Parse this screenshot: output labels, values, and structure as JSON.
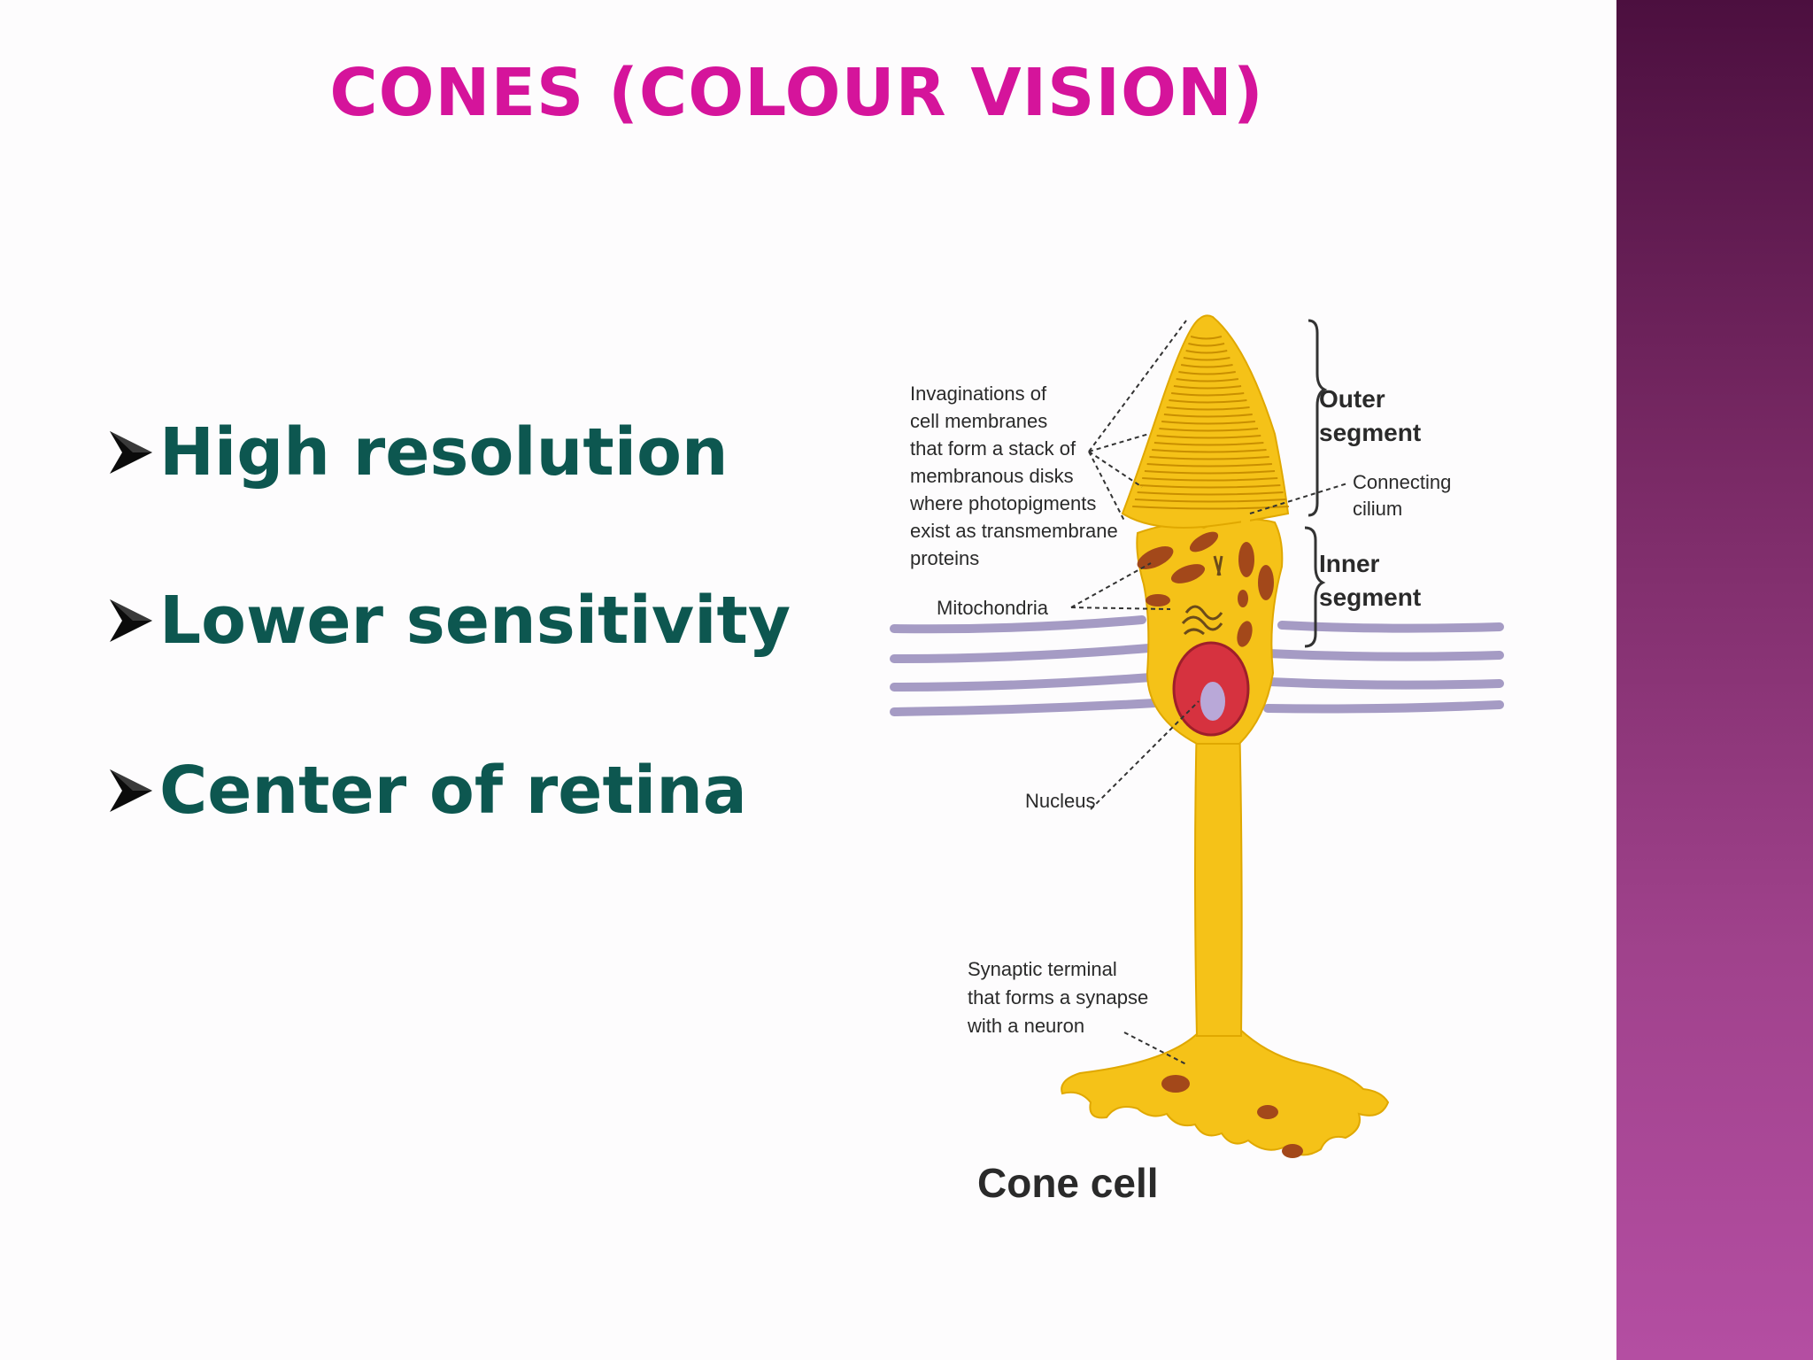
{
  "title": "CONES (COLOUR VISION)",
  "bullets": [
    {
      "text": "High resolution"
    },
    {
      "text": "Lower sensitivity"
    },
    {
      "text": "Center of retina"
    }
  ],
  "diagram": {
    "invaginations_lines": [
      "Invaginations of",
      "cell membranes",
      "that form a stack of",
      "membranous disks",
      "where photopigments",
      "exist as transmembrane",
      "proteins"
    ],
    "outer_segment": [
      "Outer",
      "segment"
    ],
    "connecting_cilium": [
      "Connecting",
      "cilium"
    ],
    "inner_segment": [
      "Inner",
      "segment"
    ],
    "mitochondria": "Mitochondria",
    "nucleus": "Nucleus",
    "synaptic_lines": [
      "Synaptic terminal",
      "that forms a synapse",
      "with a neuron"
    ],
    "caption": "Cone cell"
  },
  "colors": {
    "title": "#d5149b",
    "bullet_text": "#0d5750",
    "cell_fill": "#f5c218",
    "nucleus_fill": "#d6323f",
    "membrane_lines": "#a59bc4",
    "sidebar_top": "#4c0f3f",
    "sidebar_bottom": "#b44ea2"
  }
}
